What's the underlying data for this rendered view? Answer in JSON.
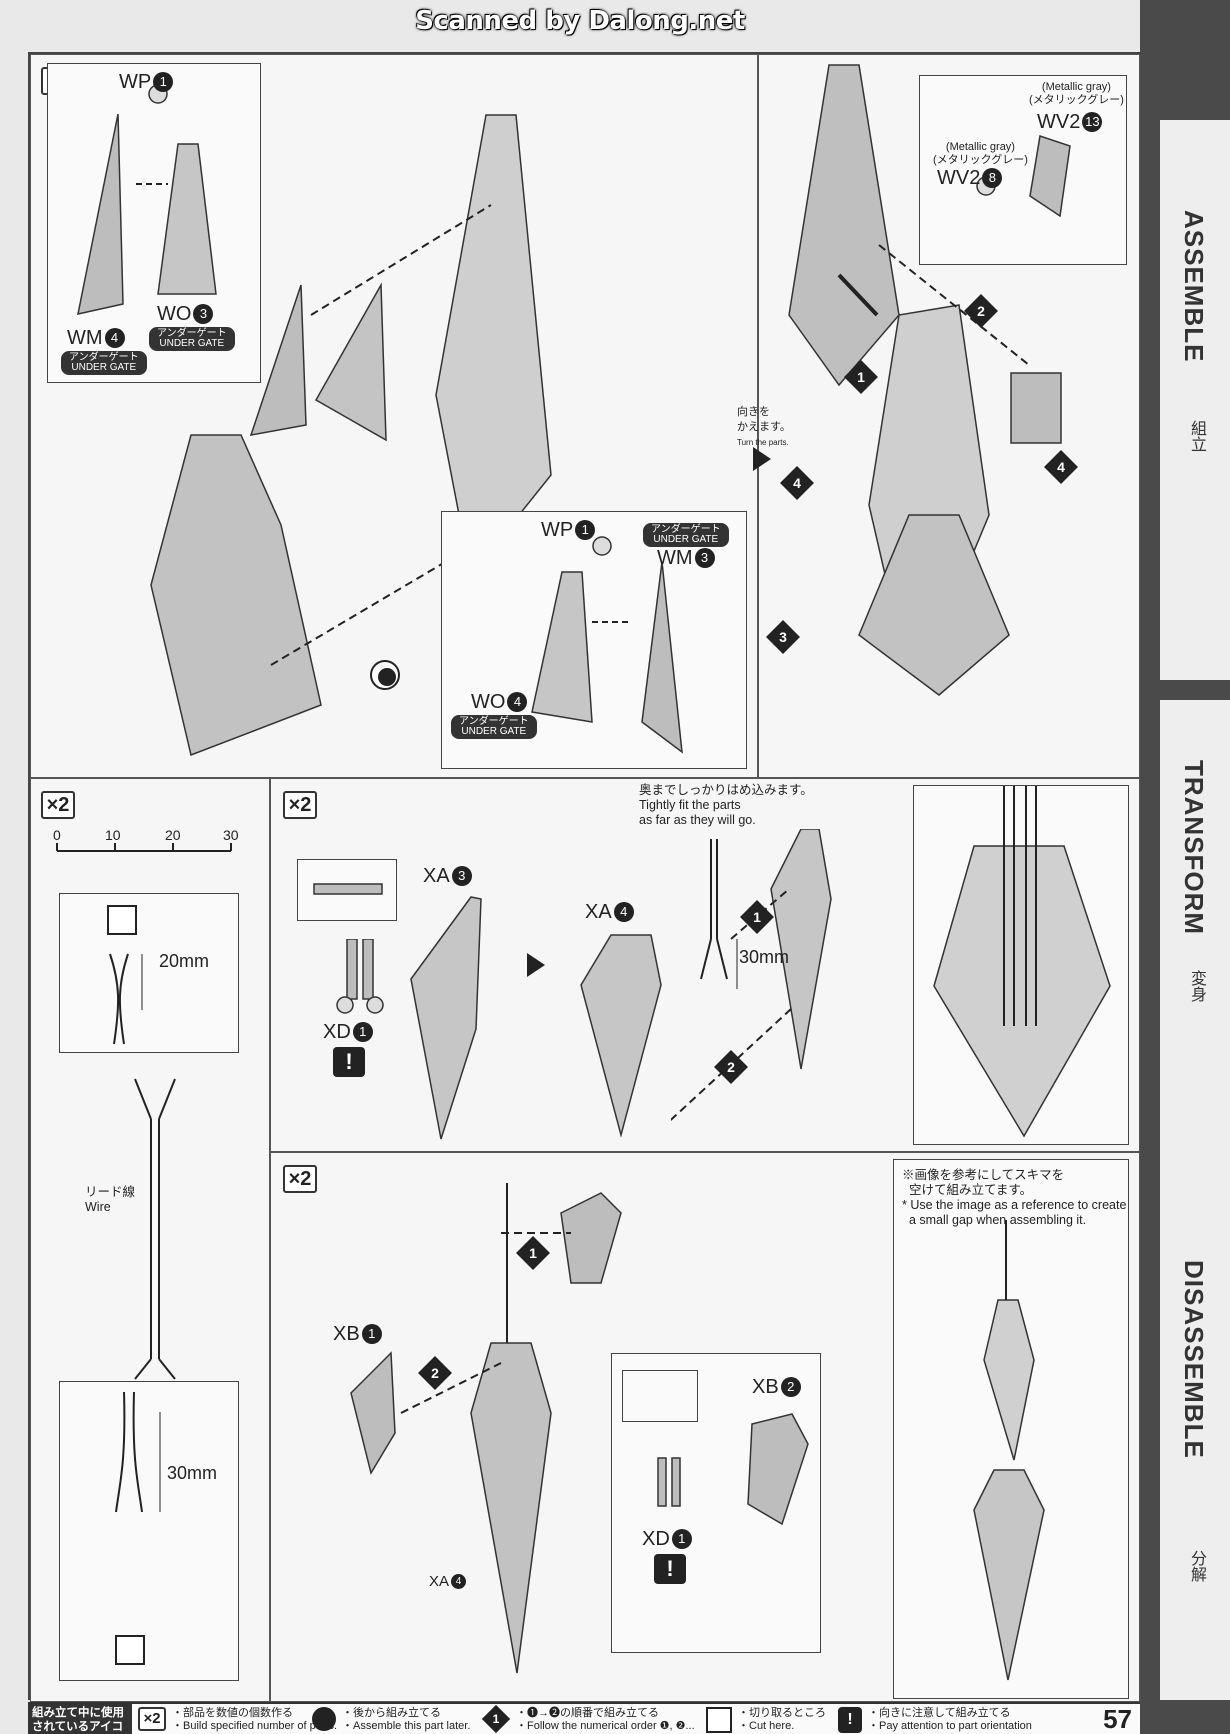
{
  "watermark": "Scanned by Dalong.net",
  "side_tabs": {
    "assemble": {
      "en": "ASSEMBLE",
      "jp": "組立"
    },
    "transform": {
      "en": "TRANSFORM",
      "jp": "変身"
    },
    "disassemble": {
      "en": "DISASSEMBLE",
      "jp": "分解"
    }
  },
  "qty": "×2",
  "top_left": {
    "wp1": "WP",
    "wp1_n": "1",
    "wo3": "WO",
    "wo3_n": "3",
    "wm4": "WM",
    "wm4_n": "4",
    "under_gate_jp": "アンダーゲート",
    "under_gate_en": "UNDER GATE",
    "wp1b": "WP",
    "wp1b_n": "1",
    "wm3": "WM",
    "wm3_n": "3",
    "wo4": "WO",
    "wo4_n": "4"
  },
  "top_right": {
    "turn_jp_1": "向きを",
    "turn_jp_2": "かえます。",
    "turn_en": "Turn the parts.",
    "metallic_gray": "(Metallic gray)",
    "metallic_gray_jp": "(メタリックグレー)",
    "wv2_13": "WV2",
    "wv2_13_n": "13",
    "wv2_8": "WV2",
    "wv2_8_n": "8",
    "step1": "1",
    "step2": "2",
    "step3": "3",
    "step4": "4"
  },
  "ruler": {
    "ticks": [
      "0",
      "10",
      "20",
      "30"
    ]
  },
  "wire": {
    "label_jp": "リード線",
    "label_en": "Wire",
    "dim_20": "20mm",
    "dim_30": "30mm"
  },
  "mid": {
    "xa3": "XA",
    "xa3_n": "3",
    "xd1": "XD",
    "xd1_n": "1",
    "xa4": "XA",
    "xa4_n": "4",
    "fit_jp": "奥までしっかりはめ込みます。",
    "fit_en_1": "Tightly fit the parts",
    "fit_en_2": "as far as they will go.",
    "dim_30": "30mm",
    "step1": "1",
    "step2": "2"
  },
  "bottom": {
    "xb1": "XB",
    "xb1_n": "1",
    "xa4_small": "XA",
    "xa4_small_n": "4",
    "xb2": "XB",
    "xb2_n": "2",
    "xd1": "XD",
    "xd1_n": "1",
    "step1": "1",
    "step2": "2",
    "ref_jp_1": "※画像を参考にしてスキマを",
    "ref_jp_2": "空けて組み立てます。",
    "ref_en_1": "* Use the image as a reference to create",
    "ref_en_2": "a small gap when assembling it."
  },
  "legend": {
    "title_1": "組み立て中に使用",
    "title_2": "されているアイコン",
    "c1_jp": "・部品を数値の個数作る",
    "c1_en": "・Build specified number of parts.",
    "c2_jp": "・後から組み立てる",
    "c2_en": "・Assemble this part later.",
    "c3_jp": "・❶→❷の順番で組み立てる",
    "c3_en": "・Follow the numerical order ❶, ❷...",
    "c4_jp": "・切り取るところ",
    "c4_en": "・Cut here.",
    "c5_jp": "・向きに注意して組み立てる",
    "c5_en": "・Pay attention to part orientation"
  },
  "page_number": "57"
}
